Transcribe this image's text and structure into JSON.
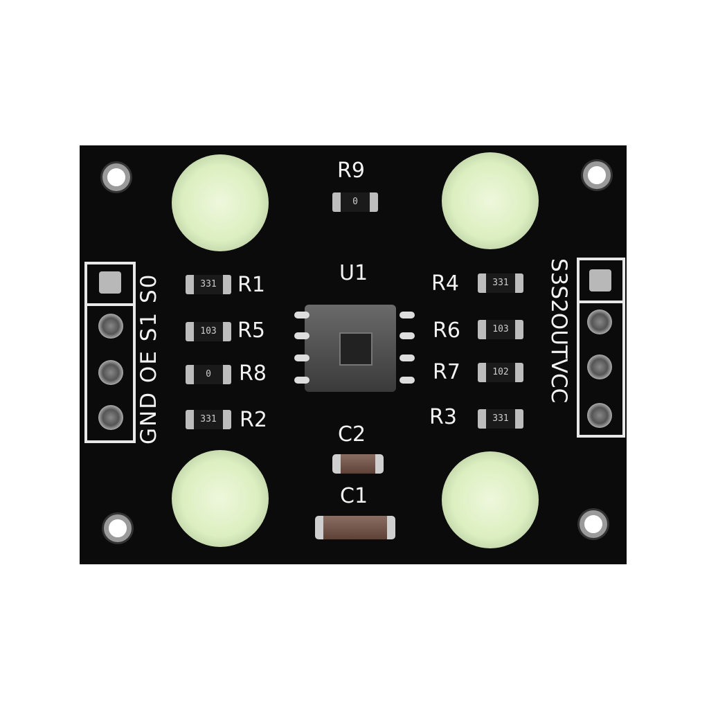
{
  "board": {
    "designators": {
      "r1": "R1",
      "r2": "R2",
      "r3": "R3",
      "r4": "R4",
      "r5": "R5",
      "r6": "R6",
      "r7": "R7",
      "r8": "R8",
      "r9": "R9",
      "u1": "U1",
      "c1": "C1",
      "c2": "C2"
    },
    "resistor_codes": {
      "r1": "331",
      "r2": "331",
      "r3": "331",
      "r4": "331",
      "r5": "103",
      "r6": "103",
      "r7": "102",
      "r8": "0",
      "r9": "0"
    },
    "left_header_label": "GND OE S1 S0",
    "right_header_label": "S3S2OUTVCC",
    "colors": {
      "pcb": "#0b0b0b",
      "silkscreen": "#f2f2f2",
      "led": "#dcefc0"
    }
  }
}
